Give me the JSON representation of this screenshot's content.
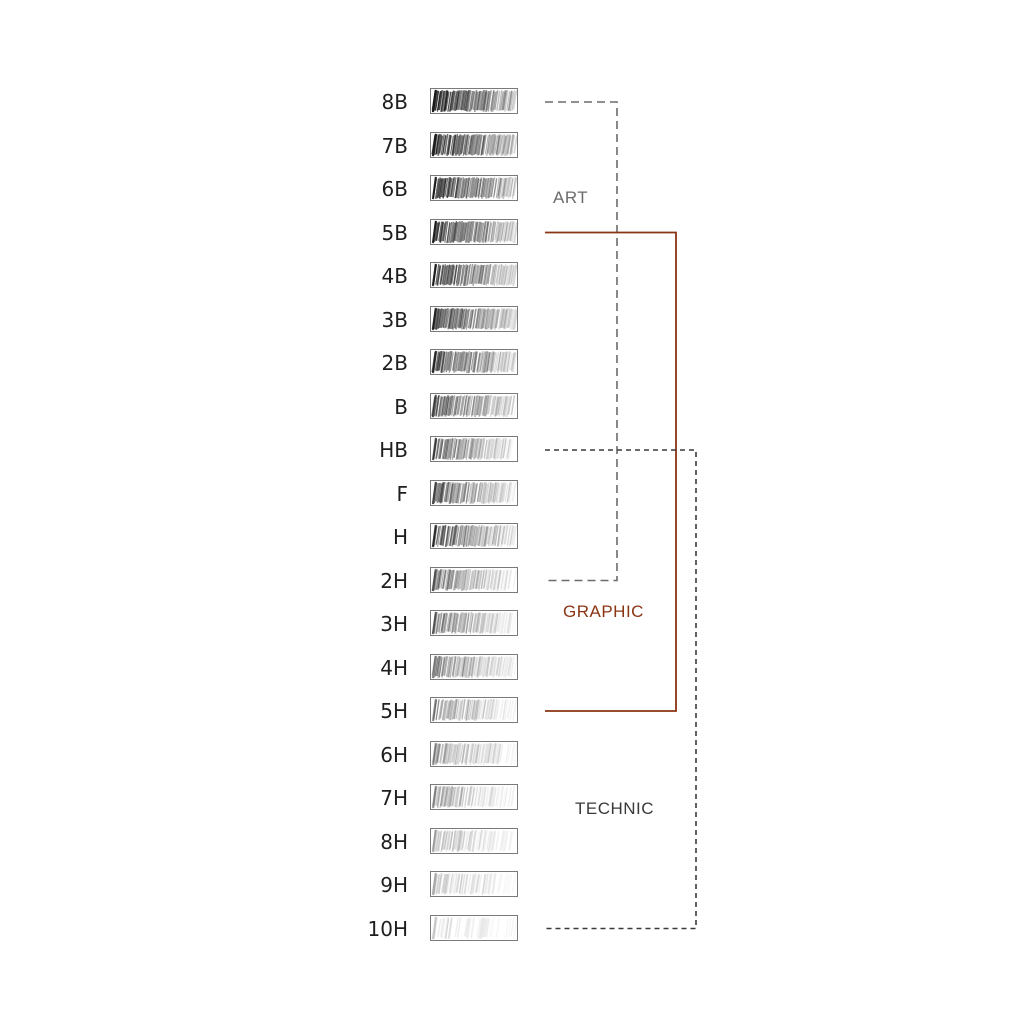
{
  "grades": [
    {
      "label": "8B",
      "darkness": 0.8
    },
    {
      "label": "7B",
      "darkness": 0.76
    },
    {
      "label": "6B",
      "darkness": 0.72
    },
    {
      "label": "5B",
      "darkness": 0.7
    },
    {
      "label": "4B",
      "darkness": 0.66
    },
    {
      "label": "3B",
      "darkness": 0.62
    },
    {
      "label": "2B",
      "darkness": 0.6
    },
    {
      "label": "B",
      "darkness": 0.55
    },
    {
      "label": "HB",
      "darkness": 0.45
    },
    {
      "label": "F",
      "darkness": 0.5
    },
    {
      "label": "H",
      "darkness": 0.52
    },
    {
      "label": "2H",
      "darkness": 0.4
    },
    {
      "label": "3H",
      "darkness": 0.38
    },
    {
      "label": "4H",
      "darkness": 0.36
    },
    {
      "label": "5H",
      "darkness": 0.3
    },
    {
      "label": "6H",
      "darkness": 0.26
    },
    {
      "label": "7H",
      "darkness": 0.24
    },
    {
      "label": "8H",
      "darkness": 0.18
    },
    {
      "label": "9H",
      "darkness": 0.14
    },
    {
      "label": "10H",
      "darkness": 0.06
    }
  ],
  "groups": {
    "art": {
      "label": "ART",
      "from": "8B",
      "to": "2H",
      "color": "#6b6b6b",
      "line_style": "dashed"
    },
    "graphic": {
      "label": "GRAPHIC",
      "from": "5B",
      "to": "5H",
      "color": "#8a3412",
      "line_style": "solid"
    },
    "technic": {
      "label": "TECHNIC",
      "from": "HB",
      "to": "10H",
      "color": "#3a3a3a",
      "line_style": "dashed"
    }
  }
}
